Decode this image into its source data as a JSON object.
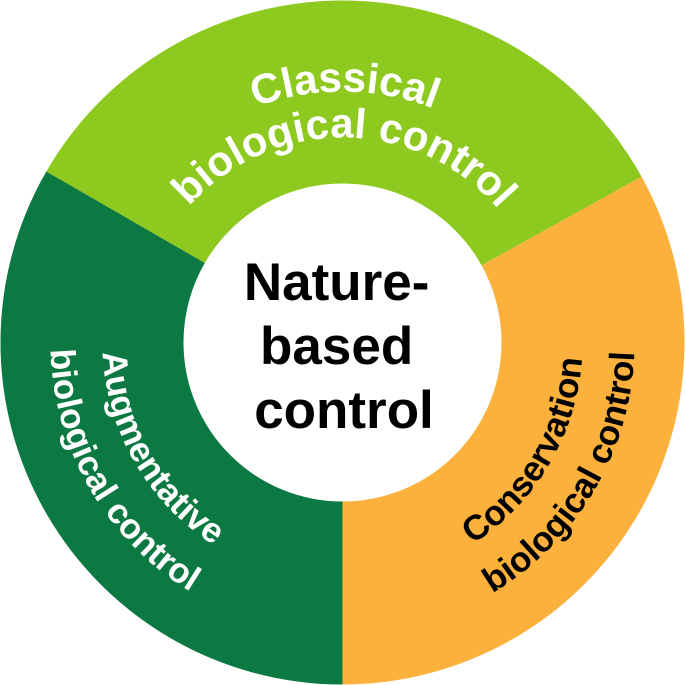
{
  "diagram": {
    "type": "donut-concept-diagram",
    "background": "#ffffff",
    "center": {
      "line1": "Nature-",
      "line2": "based",
      "line3": "control",
      "text_color": "#000000",
      "circle_color": "#ffffff"
    },
    "segments": [
      {
        "name": "Classical biological control",
        "label_line1": "Classical",
        "label_line2": "biological control",
        "color": "#8dc91e",
        "text_color": "#ffffff",
        "position": "top"
      },
      {
        "name": "Augmentative biological control",
        "label_line1": "Augmentative",
        "label_line2": "biological control",
        "color": "#0d7942",
        "text_color": "#ffffff",
        "position": "bottom-left"
      },
      {
        "name": "Conservation biological control",
        "label_line1": "Conservation",
        "label_line2": "biological control",
        "color": "#fbb13b",
        "text_color": "#000000",
        "position": "bottom-right"
      }
    ]
  }
}
